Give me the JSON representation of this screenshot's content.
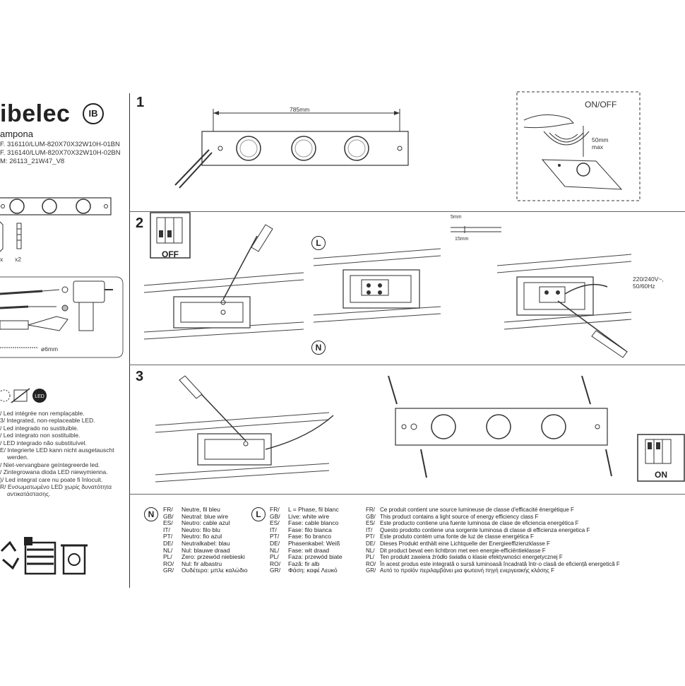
{
  "brand": {
    "name": "ibelec",
    "badge": "IB"
  },
  "product": {
    "model": "ampona",
    "refs": [
      "F. 316110/LUM-820X70X32W10H-01BN",
      "F. 316140/LUM-820X70X32W10H-02BN",
      "M: 26113_21W47_V8"
    ]
  },
  "parts": {
    "qty": "x2"
  },
  "tools": {
    "drill_size": "ø6mm"
  },
  "led_notes": [
    "/ Led intégrée non remplaçable.",
    "3/ Integrated, non-replaceable LED.",
    "/ Led integrado no sustituible.",
    "/ Led integrato non sostituible.",
    "/ LED integrado não substituível.",
    "E/ Integrierte LED kann nicht ausgetauscht",
    "werden.",
    "/ Niet-vervangbare geïntegreerde led.",
    "/ Zintegrowana dioda LED niewymienna.",
    ")/ Led integrat care nu poate fi înlocuit.",
    "R/ Ενσωματωμένο LED χωρίς δυνατότητα",
    "αντικατάστασης."
  ],
  "steps": {
    "s1": {
      "number": "1",
      "dimension": "785mm",
      "sensor_label": "ON/OFF",
      "sensor_range": "50mm\nmax"
    },
    "s2": {
      "number": "2",
      "switch_label": "OFF",
      "strip_a": "5mm",
      "strip_b": "15mm",
      "letter_l": "L",
      "letter_n": "N",
      "voltage": "220/240V~,\n50/60Hz"
    },
    "s3": {
      "number": "3",
      "switch_label": "ON"
    }
  },
  "legend": {
    "neutral": {
      "letter": "N",
      "lines": [
        [
          "FR/",
          "Neutre, fil bleu"
        ],
        [
          "GB/",
          "Neutral: blue wire"
        ],
        [
          "ES/",
          "Neutro: cable azul"
        ],
        [
          "IT/",
          "Neutro: filo blu"
        ],
        [
          "PT/",
          "Neutro: fio azul"
        ],
        [
          "DE/",
          "Neutralkabel: blau"
        ],
        [
          "NL/",
          "Nul: blauwe draad"
        ],
        [
          "PL/",
          "Zero: przewód niebieski"
        ],
        [
          "RO/",
          "Nul: fir albastru"
        ],
        [
          "GR/",
          "Ουδέτερο: μπλε καλώδιο"
        ]
      ]
    },
    "phase": {
      "letter": "L",
      "lines": [
        [
          "FR/",
          "L = Phase, fil blanc"
        ],
        [
          "GB/",
          "Live: white wire"
        ],
        [
          "ES/",
          "Fase: cable blanco"
        ],
        [
          "IT/",
          "Fase: filo bianca"
        ],
        [
          "PT/",
          "Fase: fio branco"
        ],
        [
          "DE/",
          "Phasenkabel: Weiß"
        ],
        [
          "NL/",
          "Fase: wit draad"
        ],
        [
          "PL/",
          "Faza: przewód biate"
        ],
        [
          "RO/",
          "Fază: fir alb"
        ],
        [
          "GR/",
          "Φάση: καφέ Λευκό"
        ]
      ]
    },
    "energy": {
      "lines": [
        [
          "FR/",
          "Ce produit contient une source lumineuse de classe d'efficacité énergétique F"
        ],
        [
          "GB/",
          "This product contains a light source of energy efficiency class F"
        ],
        [
          "ES/",
          "Este producto contiene una fuente luminosa de clase de eficiencia energética F"
        ],
        [
          "IT/",
          "Questo prodotto contiene una sorgente luminosa di classe di efficienza energetica F"
        ],
        [
          "PT/",
          "Este produto contém uma fonte de luz de classe energética F"
        ],
        [
          "DE/",
          "Dieses Produkt enthält eine Lichtquelle der Energieeffizienzklasse F"
        ],
        [
          "NL/",
          "Dit product bevat een lichtbron met een energie-efficiëntieklasse F"
        ],
        [
          "PL/",
          "Ten produkt zawiera źródło światła o klasie efektywności energetycznej F"
        ],
        [
          "RO/",
          "În acest produs este integrată o sursă luminoasă încadrată într-o clasă de eficiență energetică F"
        ],
        [
          "GR/",
          "Αυτό το προϊόν περιλαμβάνει μια φωτεινή πηγή ενεργειακής κλάσης F"
        ]
      ]
    }
  }
}
